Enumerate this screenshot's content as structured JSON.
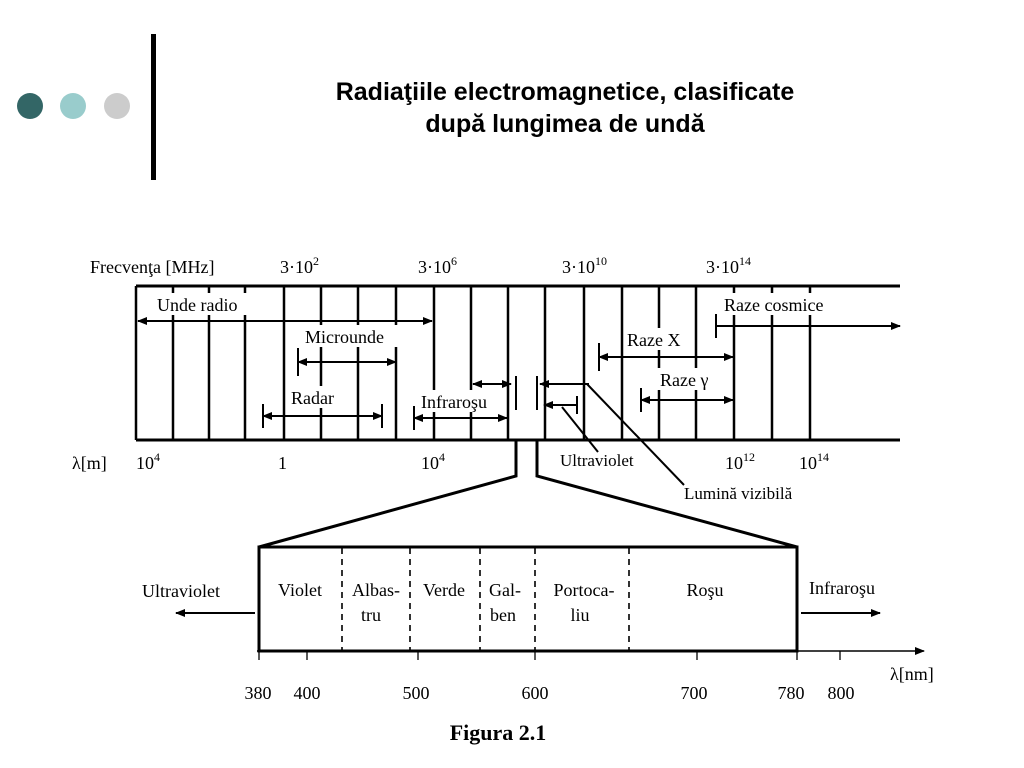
{
  "slide": {
    "title_line1": "Radiaţiile electromagnetice, clasificate",
    "title_line2": "după lungimea de undă",
    "dots": [
      {
        "name": "dot-dark",
        "color": "#336666"
      },
      {
        "name": "dot-teal",
        "color": "#99CCCC"
      },
      {
        "name": "dot-grey",
        "color": "#CCCCCC"
      }
    ]
  },
  "diagram": {
    "frequency_label": "Frecvenţa [MHz]",
    "frequencies": [
      {
        "base": "3·10",
        "exp": "2"
      },
      {
        "base": "3·10",
        "exp": "6"
      },
      {
        "base": "3·10",
        "exp": "10"
      },
      {
        "base": "3·10",
        "exp": "14"
      }
    ],
    "wavelength_label": "λ[m]",
    "wavelengths": [
      {
        "base": "10",
        "exp": "4"
      },
      {
        "base": "1",
        "exp": ""
      },
      {
        "base": "10",
        "exp": "4"
      },
      {
        "base": "10",
        "exp": "12"
      },
      {
        "base": "10",
        "exp": "14"
      }
    ],
    "bands": {
      "radio": "Unde radio",
      "microwave": "Microunde",
      "radar": "Radar",
      "infrared": "Infraroşu",
      "xray": "Raze X",
      "gamma": "Raze γ",
      "cosmic": "Raze cosmice",
      "ultraviolet": "Ultraviolet",
      "visible": "Lumină vizibilă"
    },
    "visible_spectrum": {
      "left_label": "Ultraviolet",
      "right_label": "Infraroşu",
      "colors": [
        {
          "line1": "Violet",
          "line2": ""
        },
        {
          "line1": "Albas-",
          "line2": "tru"
        },
        {
          "line1": "Verde",
          "line2": ""
        },
        {
          "line1": "Gal-",
          "line2": "ben"
        },
        {
          "line1": "Portoca-",
          "line2": "liu"
        },
        {
          "line1": "Roşu",
          "line2": ""
        }
      ],
      "axis_label": "λ[nm]",
      "ticks": [
        "380",
        "400",
        "500",
        "600",
        "700",
        "780",
        "800"
      ]
    },
    "caption": "Figura 2.1"
  }
}
